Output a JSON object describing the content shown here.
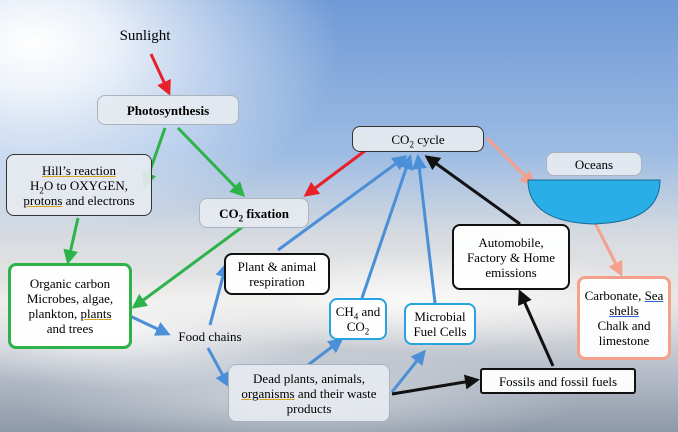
{
  "nodes": {
    "sunlight": "Sunlight",
    "photosynthesis": "Photosynthesis",
    "hills": {
      "title": "Hill’s reaction",
      "line2_pre": "H",
      "line2_sub": "2",
      "line2_post": "O to OXYGEN,",
      "line3_a": "protons",
      "line3_b": " and electrons"
    },
    "co2_fixation": {
      "pre": "CO",
      "sub": "2",
      "post": " fixation"
    },
    "co2_cycle": {
      "pre": "CO",
      "sub": "2",
      "post": " cycle"
    },
    "oceans": "Oceans",
    "organic_carbon": {
      "l1": "Organic carbon",
      "l2": "Microbes, algae,",
      "l3_pre": "plankton, ",
      "l3_u": "plants",
      "l4": "and trees"
    },
    "plant_animal": {
      "l1": "Plant & animal",
      "l2": "respiration"
    },
    "ch4": {
      "l1_pre": "CH",
      "l1_sub": "4",
      "l1_post": " and",
      "l2_pre": "CO",
      "l2_sub": "2"
    },
    "microbial": {
      "l1": "Microbial",
      "l2": "Fuel Cells"
    },
    "automobile": {
      "l1": "Automobile,",
      "l2": "Factory & Home",
      "l3": "emissions"
    },
    "carbonate": {
      "l1_pre": "Carbonate, ",
      "l1_u": "Sea",
      "l2_u": "shells",
      "l3": "Chalk and",
      "l4": "limestone"
    },
    "food_chains": "Food chains",
    "dead_plants": {
      "l1": "Dead plants, animals,",
      "l2_u": "organisms",
      "l2_post": " and their waste",
      "l3": "products"
    },
    "fossils": "Fossils and fossil fuels"
  },
  "colors": {
    "red_arrow": "#e8202a",
    "green_arrow": "#2db34a",
    "blue_arrow": "#4a8fd8",
    "black_arrow": "#111111",
    "salmon_arrow": "#f5a08a",
    "ocean_bowl": "#29aee8"
  }
}
